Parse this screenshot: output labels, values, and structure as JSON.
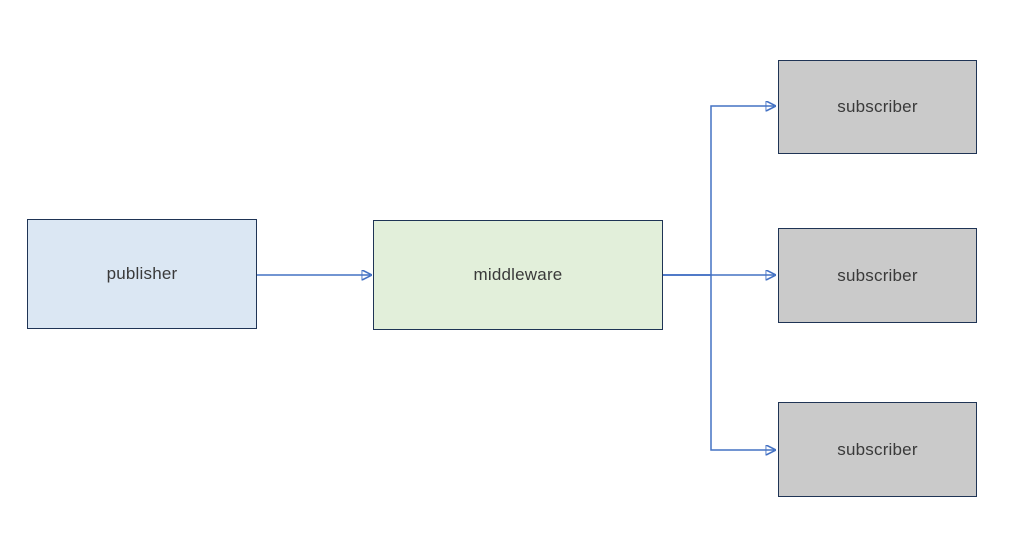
{
  "diagram": {
    "nodes": [
      {
        "id": "publisher",
        "label": "publisher",
        "fill": "#dbe7f3",
        "border": "#1f3455"
      },
      {
        "id": "middleware",
        "label": "middleware",
        "fill": "#e2efda",
        "border": "#1f3455"
      },
      {
        "id": "subscriber-1",
        "label": "subscriber",
        "fill": "#cacaca",
        "border": "#1f3455"
      },
      {
        "id": "subscriber-2",
        "label": "subscriber",
        "fill": "#cacaca",
        "border": "#1f3455"
      },
      {
        "id": "subscriber-3",
        "label": "subscriber",
        "fill": "#cacaca",
        "border": "#1f3455"
      }
    ],
    "edges": [
      {
        "from": "publisher",
        "to": "middleware"
      },
      {
        "from": "middleware",
        "to": "subscriber-1"
      },
      {
        "from": "middleware",
        "to": "subscriber-2"
      },
      {
        "from": "middleware",
        "to": "subscriber-3"
      }
    ],
    "colors": {
      "connector": "#4472c4",
      "text": "#3a3a3a",
      "background": "#ffffff"
    }
  }
}
